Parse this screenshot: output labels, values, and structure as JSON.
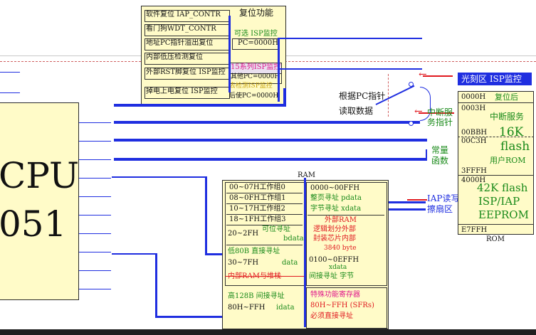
{
  "reset": {
    "sources": [
      "软件复位 IAP_CONTR",
      "看门狗WDT_CONTR",
      "地址PC指针溢出复位",
      "内部低压检测复位",
      "外部RST脚复位 ISP监控",
      "掉电上电复位 ISP监控"
    ],
    "title": "复位功能",
    "isp_optional": "可选 ISP监控",
    "pc_0000": "PC=0000H",
    "series15_isp": "15系列ISP监控",
    "other_pc": "其他PC=0000H",
    "goto_isp": "去检测ISP监控",
    "after_pc": "后使PC=0000H"
  },
  "cpu": {
    "line1": "CPU",
    "line2": "051"
  },
  "pc_read": {
    "line1": "根据PC指针",
    "line2": "读取数据"
  },
  "isp_label": "光刻区 ISP监控",
  "interrupt_ptr": {
    "line1": "中断服",
    "line2": "务指针"
  },
  "const_data": {
    "line1": "常量",
    "line2": "函数"
  },
  "iap_rw": {
    "line1": "IAP读写",
    "line2": "擦扇区"
  },
  "rom": {
    "addr_0000": "0000H",
    "after_reset": "复位后",
    "addr_0003": "0003H",
    "interrupt_service": "中断服务",
    "addr_00bb": "00BBH",
    "size16k": "16K",
    "addr_00c3": "00C3H",
    "flash": "flash",
    "user_rom": "用户ROM",
    "addr_3fff": "3FFFH",
    "addr_4000": "4000H",
    "flash42k": "42K flash",
    "isp_iap": "ISP/IAP",
    "eeprom": "EEPROM",
    "addr_e7ff": "E7FFH",
    "caption": "ROM"
  },
  "ram": {
    "caption": "RAM",
    "groups": [
      "00~07H工作组0",
      "08~0FH工作组1",
      "10~17H工作组2",
      "18~1FH工作组3"
    ],
    "bit_range": "20~2FH",
    "bit_label": "可位寻址",
    "bdata": "bdata",
    "low80": "低80B 直接寻址",
    "low80_range": "30~7FH",
    "data_kw": "data",
    "internal_stack": "内部RAM与堆栈",
    "high128": "高128B 间接寻址",
    "high128_range": "80H~FFH",
    "idata": "idata",
    "xpage": "0000~00FFH",
    "xpage_l1": "整页寻址 pdata",
    "xpage_l2": "字节寻址 xdata",
    "ext_ram": "外部RAM",
    "logic_l1": "逻辑划分外部",
    "logic_l2": "封装芯片内部",
    "bytes3840": "3840 byte",
    "xrange": "0100~0EFFH",
    "xdata": "xdata",
    "indirect_byte": "间接寻址 字节",
    "sfr_l1": "特殊功能寄存器",
    "sfr_l2": "80H~FFH (SFRs)",
    "sfr_l3": "必须直接寻址"
  },
  "colors": {
    "wire": "#1f2ee0",
    "box_fill": "#fffbc8",
    "text_green": "#1a8a1a",
    "text_red": "#e0191f",
    "text_magenta": "#e0188c"
  }
}
